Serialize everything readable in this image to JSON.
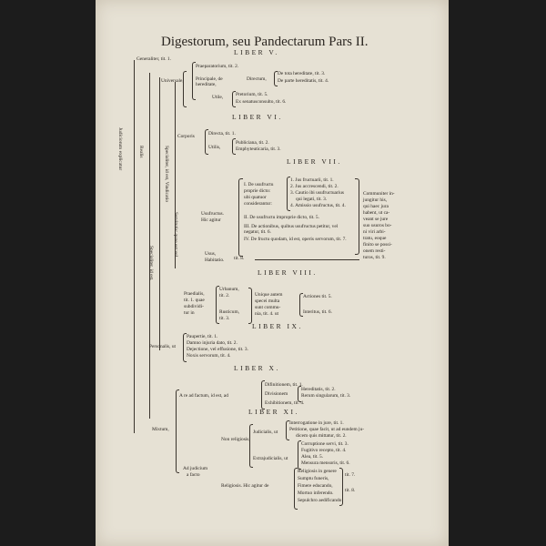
{
  "title": "Digestorum, seu Pandectarum Pars II.",
  "libri": [
    "LIBER V.",
    "LIBER VI.",
    "LIBER VII.",
    "LIBER VIII.",
    "LIBER IX.",
    "LIBER X.",
    "LIBER XI."
  ],
  "vert": [
    "Judiciorum explicatur",
    "Generaliter, tit. 1.",
    "Realis",
    "Specialiter, id est,",
    "Specialiter, id est, Vindicatio",
    "Personalis, ut",
    "Servitutis: quae est vel"
  ],
  "items": [
    "Generaliter, tit. 1.",
    "Praeparatorium, tit. 2.",
    "Universale,",
    "Principale, de",
    "hereditate,",
    "Directum,",
    "De tota hereditate, tit. 3.",
    "De parte hereditatis, tit. 4.",
    "Utile,",
    "Pretorium, tit. 5.",
    "Ex senatusconsulto, tit. 6.",
    "Corporis",
    "Directa, tit. 1.",
    "Utilis,",
    "Publiciana, tit. 2.",
    "Emphyteuticaria, tit. 3.",
    "Usufructus.",
    "Hic agitur",
    "I. De usufructu",
    "proprie dicto:",
    "ubi quatuor",
    "considerantur:",
    "1. Jus fructuarii, tit. 1.",
    "2. Jus accrescendi, tit. 2.",
    "3. Cautio ibi usufructuarius",
    "qui legati, tit. 3.",
    "4. Amissio usufructus, tit. 4.",
    "II. De usufructu improprie dicto, tit. 5.",
    "III. De actionibus, quibus usufructus petitur, vel negatur, tit. 6.",
    "IV. De fructu quodam, id est, operis servorum, tit. 7.",
    "Communiter in-",
    "jungitur his,",
    "qui haec jura",
    "habent, ut ca-",
    "veant se jure",
    "suo usuros bo-",
    "ni viri arbi-",
    "tratu, eoque",
    "finito se possi-",
    "onem resti-",
    "turos, tit. 9.",
    "Usus,",
    "Habitatio.",
    "tit. 8.",
    "Praedialis,",
    "tit. 1. quae",
    "subdividi-",
    "tur in",
    "Urbanum,",
    "tit. 2.",
    "Rusticum,",
    "tit. 3.",
    "Unique autem",
    "specei multa",
    "sunt commu-",
    "nia, tit. 4. ut",
    "Actiones tit. 5.",
    "Interitus, tit. 6.",
    "Paupertie, tit. 1.",
    "Damno injuria dato, tit. 2.",
    "Dejectione, vel effusione, tit. 3.",
    "Noxis servorum, tit. 4.",
    "Mixtum,",
    "A re ad factum, id est, ad",
    "Difinitionem, tit. 1.",
    "Divisionem",
    "Hereditatis, tit. 2.",
    "Rerum singularum, tit. 3.",
    "Exhibitionem, tit. 4.",
    "Non religiosis,",
    "Judicialis, ut",
    "Interrogatione in jure, tit. 1.",
    "Petitione, quae facit, ut ad eundem ju-",
    "dicem quis mittatur, tit. 2.",
    "Extrajudicialis, ut",
    "Corruptione servi, tit. 3.",
    "Fugitivo recepto, tit. 4.",
    "Alea, tit. 5.",
    "Mensura mensoris, tit. 6.",
    "Ad judicium",
    "a facto",
    "Religiosis. Hic agitur de",
    "Religiosis in genere",
    "Sumptu funeris,",
    "Fimere educando,",
    "Mortuo inferendo.",
    "Sepulchro aedificando"
  ],
  "tit7": "tit. 7.",
  "tit8": "tit. 8."
}
